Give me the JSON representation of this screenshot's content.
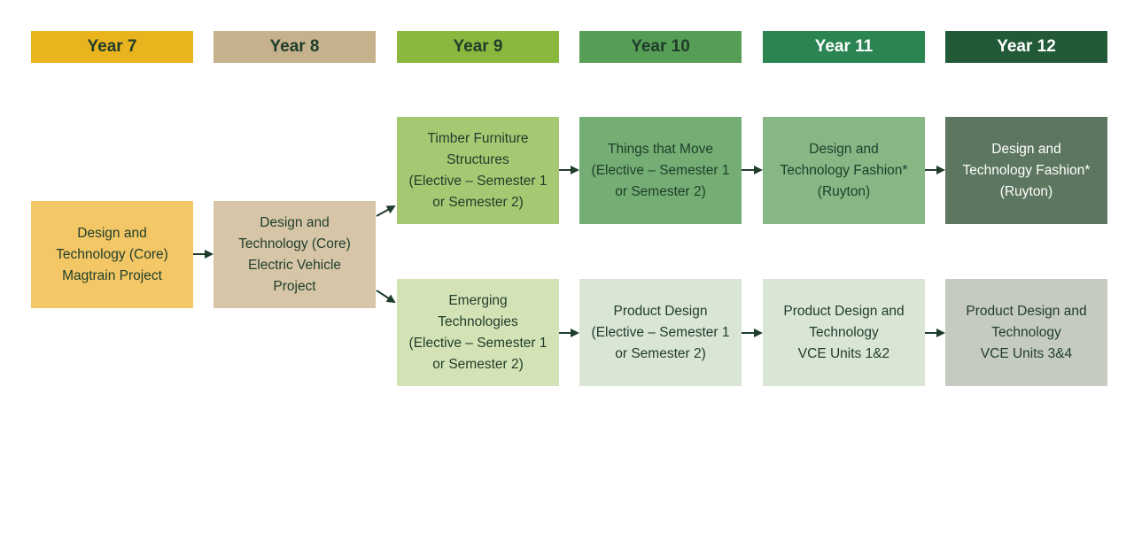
{
  "years": [
    {
      "label": "Year 7",
      "color": "#eab41f"
    },
    {
      "label": "Year 8",
      "color": "#c5b18b"
    },
    {
      "label": "Year 9",
      "color": "#8ab83e"
    },
    {
      "label": "Year 10",
      "color": "#569d56"
    },
    {
      "label": "Year 11",
      "color": "#2a8552"
    },
    {
      "label": "Year 12",
      "color": "#225a37"
    }
  ],
  "boxes": {
    "y7_core": {
      "lines": [
        "Design and",
        "Technology (Core)",
        "Magtrain Project"
      ],
      "color": "#f3c765"
    },
    "y8_core": {
      "lines": [
        "Design and",
        "Technology (Core)",
        "Electric Vehicle",
        "Project"
      ],
      "color": "#d6c5a7"
    },
    "y9_timber": {
      "lines": [
        "Timber Furniture",
        "Structures",
        "(Elective – Semester 1",
        "or Semester 2)"
      ],
      "color": "#a7c872"
    },
    "y10_things": {
      "lines": [
        "Things that Move",
        "(Elective – Semester 1",
        "or Semester 2)"
      ],
      "color": "#74ae74"
    },
    "y11_fashion": {
      "lines": [
        "Design and",
        "Technology Fashion*",
        "(Ruyton)"
      ],
      "color": "#86b784"
    },
    "y12_fashion": {
      "lines": [
        "Design and",
        "Technology Fashion*",
        "(Ruyton)"
      ],
      "color": "#5c765f"
    },
    "y9_emerging": {
      "lines": [
        "Emerging",
        "Technologies",
        "(Elective – Semester 1",
        "or Semester 2)"
      ],
      "color": "#d4e3b5"
    },
    "y10_product": {
      "lines": [
        "Product Design",
        "(Elective – Semester 1",
        "or Semester 2)"
      ],
      "color": "#d9e5d5"
    },
    "y11_product": {
      "lines": [
        "Product Design and",
        "Technology",
        "VCE Units 1&2"
      ],
      "color": "#d9e5d5"
    },
    "y12_product": {
      "lines": [
        "Product Design and",
        "Technology",
        "VCE Units 3&4"
      ],
      "color": "#c6cbc2"
    }
  },
  "arrow_color": "#1f3d2b"
}
